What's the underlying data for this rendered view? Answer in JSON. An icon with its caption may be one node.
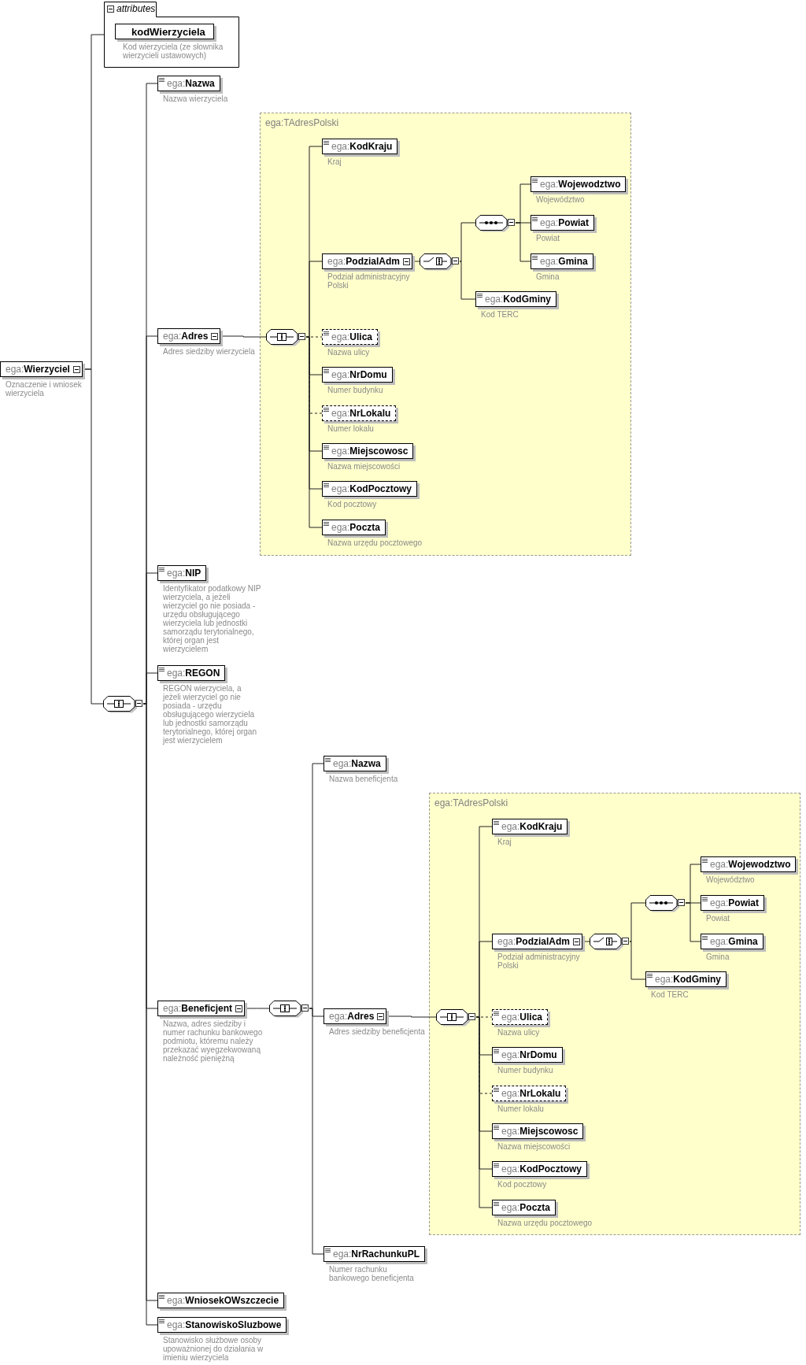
{
  "diagram": {
    "nodes": [
      {
        "text": [
          "ega:**Wierzyciel**"
        ],
        "beside": [
          "Oznaczenie i wniosek wierzyciela"
        ]
      },
      {
        "text": [
          "attributes"
        ]
      },
      {
        "text": [
          "kodWierzyciela"
        ],
        "in": 1,
        "beside": [
          "Kod wierzyciela (ze słownika wierzycieli ustawowych)"
        ]
      },
      {
        "text": [],
        "shape": "octagon"
      },
      {
        "text": [
          "ega:**Nazwa**"
        ],
        "beside": [
          "Nazwa wierzyciela"
        ]
      },
      {
        "text": [
          "ega:**Adres**"
        ],
        "beside": [
          "Adres siedziby wierzyciela"
        ]
      },
      {
        "text": [
          "ega:TAdresPolski"
        ]
      },
      {
        "text": [],
        "shape": "octagon",
        "in": 6
      },
      {
        "text": [
          "ega:**KodKraju**"
        ],
        "in": 6,
        "beside": [
          "Kraj"
        ]
      },
      {
        "text": [
          "ega:**PodzialAdm**"
        ],
        "in": 6,
        "beside": [
          "Podział administracyjny Polski"
        ]
      },
      {
        "text": [],
        "shape": "octagon",
        "in": 6
      },
      {
        "text": [],
        "shape": "octagon",
        "in": 6
      },
      {
        "text": [
          "ega:**Wojewodztwo**"
        ],
        "in": 6,
        "beside": [
          "Województwo"
        ]
      },
      {
        "text": [
          "ega:**Powiat**"
        ],
        "in": 6,
        "beside": [
          "Powiat"
        ]
      },
      {
        "text": [
          "ega:**Gmina**"
        ],
        "in": 6,
        "beside": [
          "Gmina"
        ]
      },
      {
        "text": [
          "ega:**KodGminy**"
        ],
        "in": 6,
        "beside": [
          "Kod TERC"
        ]
      },
      {
        "text": [
          "ega:**Ulica**"
        ],
        "in": 6,
        "beside": [
          "Nazwa ulicy"
        ]
      },
      {
        "text": [
          "ega:**NrDomu**"
        ],
        "in": 6,
        "beside": [
          "Numer budynku"
        ]
      },
      {
        "text": [
          "ega:**NrLokalu**"
        ],
        "in": 6,
        "beside": [
          "Numer lokalu"
        ]
      },
      {
        "text": [
          "ega:**Miejscowosc**"
        ],
        "in": 6,
        "beside": [
          "Nazwa miejscowości"
        ]
      },
      {
        "text": [
          "ega:**KodPocztowy**"
        ],
        "in": 6,
        "beside": [
          "Kod pocztowy"
        ]
      },
      {
        "text": [
          "ega:**Poczta**"
        ],
        "in": 6,
        "beside": [
          "Nazwa urzędu pocztowego"
        ]
      },
      {
        "text": [
          "ega:**NIP**"
        ],
        "beside": [
          "Identyfikator podatkowy NIP wierzyciela, a jeżeli wierzyciel go nie posiada - urzędu obsługującego wierzyciela lub jednostki samorządu terytorialnego, której organ jest wierzycielem"
        ]
      },
      {
        "text": [
          "ega:**REGON**"
        ],
        "beside": [
          "REGON wierzyciela, a jeżeli wierzyciel go nie posiada - urzędu obsługującego wierzyciela lub jednostki samorządu terytorialnego, której organ jest wierzycielem"
        ]
      },
      {
        "text": [
          "ega:**Beneficjent**"
        ],
        "beside": [
          "Nazwa, adres siedziby i numer rachunku bankowego podmiotu, któremu należy przekazać wyegzekwowaną należność pieniężną"
        ]
      },
      {
        "text": [],
        "shape": "octagon"
      },
      {
        "text": [
          "ega:**Nazwa**"
        ],
        "beside": [
          "Nazwa beneficjenta"
        ]
      },
      {
        "text": [
          "ega:**Adres**"
        ],
        "beside": [
          "Adres siedziby beneficjenta"
        ]
      },
      {
        "text": [
          "ega:TAdresPolski"
        ]
      },
      {
        "text": [],
        "shape": "octagon",
        "in": 28
      },
      {
        "text": [
          "ega:**KodKraju**"
        ],
        "in": 28,
        "beside": [
          "Kraj"
        ]
      },
      {
        "text": [
          "ega:**PodzialAdm**"
        ],
        "in": 28,
        "beside": [
          "Podział administracyjny Polski"
        ]
      },
      {
        "text": [],
        "shape": "octagon",
        "in": 28
      },
      {
        "text": [],
        "shape": "octagon",
        "in": 28
      },
      {
        "text": [
          "ega:**Wojewodztwo**"
        ],
        "in": 28,
        "beside": [
          "Województwo"
        ]
      },
      {
        "text": [
          "ega:**Powiat**"
        ],
        "in": 28,
        "beside": [
          "Powiat"
        ]
      },
      {
        "text": [
          "ega:**Gmina**"
        ],
        "in": 28,
        "beside": [
          "Gmina"
        ]
      },
      {
        "text": [
          "ega:**KodGminy**"
        ],
        "in": 28,
        "beside": [
          "Kod TERC"
        ]
      },
      {
        "text": [
          "ega:**Ulica**"
        ],
        "in": 28,
        "beside": [
          "Nazwa ulicy"
        ]
      },
      {
        "text": [
          "ega:**NrDomu**"
        ],
        "in": 28,
        "beside": [
          "Numer budynku"
        ]
      },
      {
        "text": [
          "ega:**NrLokalu**"
        ],
        "in": 28,
        "beside": [
          "Numer lokalu"
        ]
      },
      {
        "text": [
          "ega:**Miejscowosc**"
        ],
        "in": 28,
        "beside": [
          "Nazwa miejscowości"
        ]
      },
      {
        "text": [
          "ega:**KodPocztowy**"
        ],
        "in": 28,
        "beside": [
          "Kod pocztowy"
        ]
      },
      {
        "text": [
          "ega:**Poczta**"
        ],
        "in": 28,
        "beside": [
          "Nazwa urzędu pocztowego"
        ]
      },
      {
        "text": [
          "ega:**NrRachunkuPL**"
        ],
        "beside": [
          "Numer rachunku bankowego beneficjenta"
        ]
      },
      {
        "text": [
          "ega:**WniosekOWszczecie**"
        ]
      },
      {
        "text": [
          "ega:**StanowiskoSluzbowe**"
        ],
        "beside": [
          "Stanowisko służbowe osoby upoważnionej do działania w imieniu wierzyciela"
        ]
      }
    ],
    "edges": [
      {
        "from": 0,
        "to": 1,
        "arrow": "none"
      },
      {
        "from": 0,
        "to": 3,
        "arrow": "none"
      },
      {
        "from": 3,
        "to": 4,
        "arrow": "none"
      },
      {
        "from": 3,
        "to": 5,
        "arrow": "none"
      },
      {
        "from": 3,
        "to": 22,
        "arrow": "none"
      },
      {
        "from": 3,
        "to": 23,
        "arrow": "none"
      },
      {
        "from": 3,
        "to": 24,
        "arrow": "none"
      },
      {
        "from": 3,
        "to": 45,
        "arrow": "none"
      },
      {
        "from": 3,
        "to": 46,
        "arrow": "none"
      },
      {
        "from": 5,
        "to": 7,
        "arrow": "none"
      },
      {
        "from": 7,
        "to": 8,
        "arrow": "none"
      },
      {
        "from": 7,
        "to": 9,
        "arrow": "none"
      },
      {
        "from": 7,
        "to": 16,
        "arrow": "none",
        "style": "dashed"
      },
      {
        "from": 7,
        "to": 17,
        "arrow": "none"
      },
      {
        "from": 7,
        "to": 18,
        "arrow": "none",
        "style": "dashed"
      },
      {
        "from": 7,
        "to": 19,
        "arrow": "none"
      },
      {
        "from": 7,
        "to": 20,
        "arrow": "none"
      },
      {
        "from": 7,
        "to": 21,
        "arrow": "none"
      },
      {
        "from": 9,
        "to": 10,
        "arrow": "none"
      },
      {
        "from": 10,
        "to": 11,
        "arrow": "none"
      },
      {
        "from": 10,
        "to": 15,
        "arrow": "none"
      },
      {
        "from": 11,
        "to": 12,
        "arrow": "none"
      },
      {
        "from": 11,
        "to": 13,
        "arrow": "none"
      },
      {
        "from": 11,
        "to": 14,
        "arrow": "none"
      },
      {
        "from": 24,
        "to": 25,
        "arrow": "none"
      },
      {
        "from": 25,
        "to": 26,
        "arrow": "none"
      },
      {
        "from": 25,
        "to": 27,
        "arrow": "none"
      },
      {
        "from": 25,
        "to": 44,
        "arrow": "none"
      },
      {
        "from": 27,
        "to": 29,
        "arrow": "none"
      },
      {
        "from": 29,
        "to": 30,
        "arrow": "none"
      },
      {
        "from": 29,
        "to": 31,
        "arrow": "none"
      },
      {
        "from": 29,
        "to": 38,
        "arrow": "none",
        "style": "dashed"
      },
      {
        "from": 29,
        "to": 39,
        "arrow": "none"
      },
      {
        "from": 29,
        "to": 40,
        "arrow": "none",
        "style": "dashed"
      },
      {
        "from": 29,
        "to": 41,
        "arrow": "none"
      },
      {
        "from": 29,
        "to": 42,
        "arrow": "none"
      },
      {
        "from": 29,
        "to": 43,
        "arrow": "none"
      },
      {
        "from": 31,
        "to": 32,
        "arrow": "none"
      },
      {
        "from": 32,
        "to": 33,
        "arrow": "none"
      },
      {
        "from": 32,
        "to": 37,
        "arrow": "none"
      },
      {
        "from": 33,
        "to": 34,
        "arrow": "none"
      },
      {
        "from": 33,
        "to": 35,
        "arrow": "none"
      },
      {
        "from": 33,
        "to": 36,
        "arrow": "none"
      }
    ]
  }
}
